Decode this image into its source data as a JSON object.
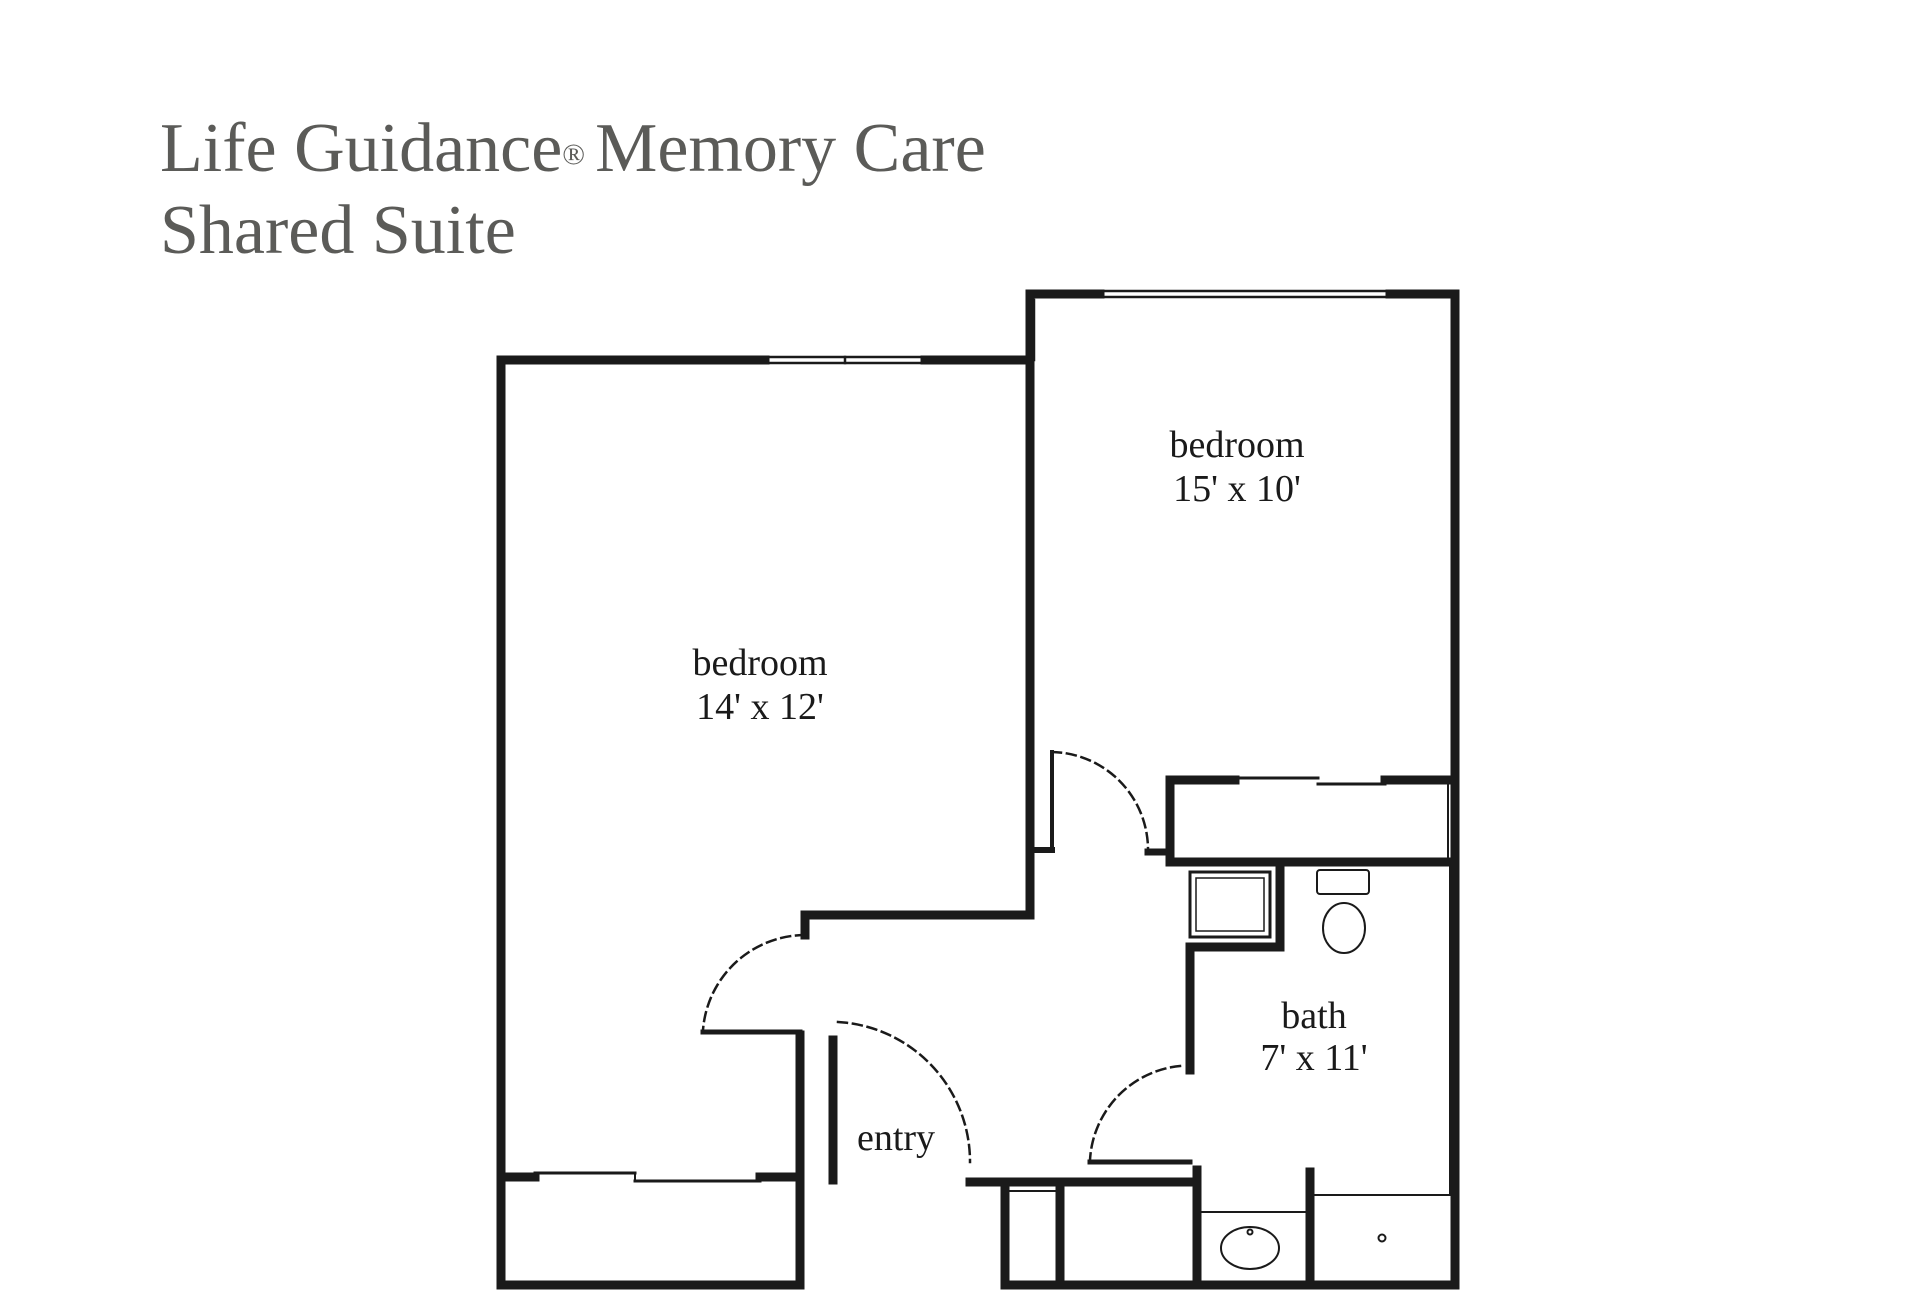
{
  "header": {
    "brand": "Life Guidance",
    "registered_mark": "®",
    "program": "Memory Care",
    "plan_name": "Shared Suite"
  },
  "rooms": {
    "bedroom_left": {
      "name": "bedroom",
      "dimensions": "14' x 12'"
    },
    "bedroom_right": {
      "name": "bedroom",
      "dimensions": "15' x 10'"
    },
    "bath": {
      "name": "bath",
      "dimensions": "7' x 11'"
    },
    "entry": {
      "name": "entry"
    }
  },
  "colors": {
    "title": "#5b5b58",
    "walls": "#1a1a1a",
    "background": "#ffffff"
  }
}
